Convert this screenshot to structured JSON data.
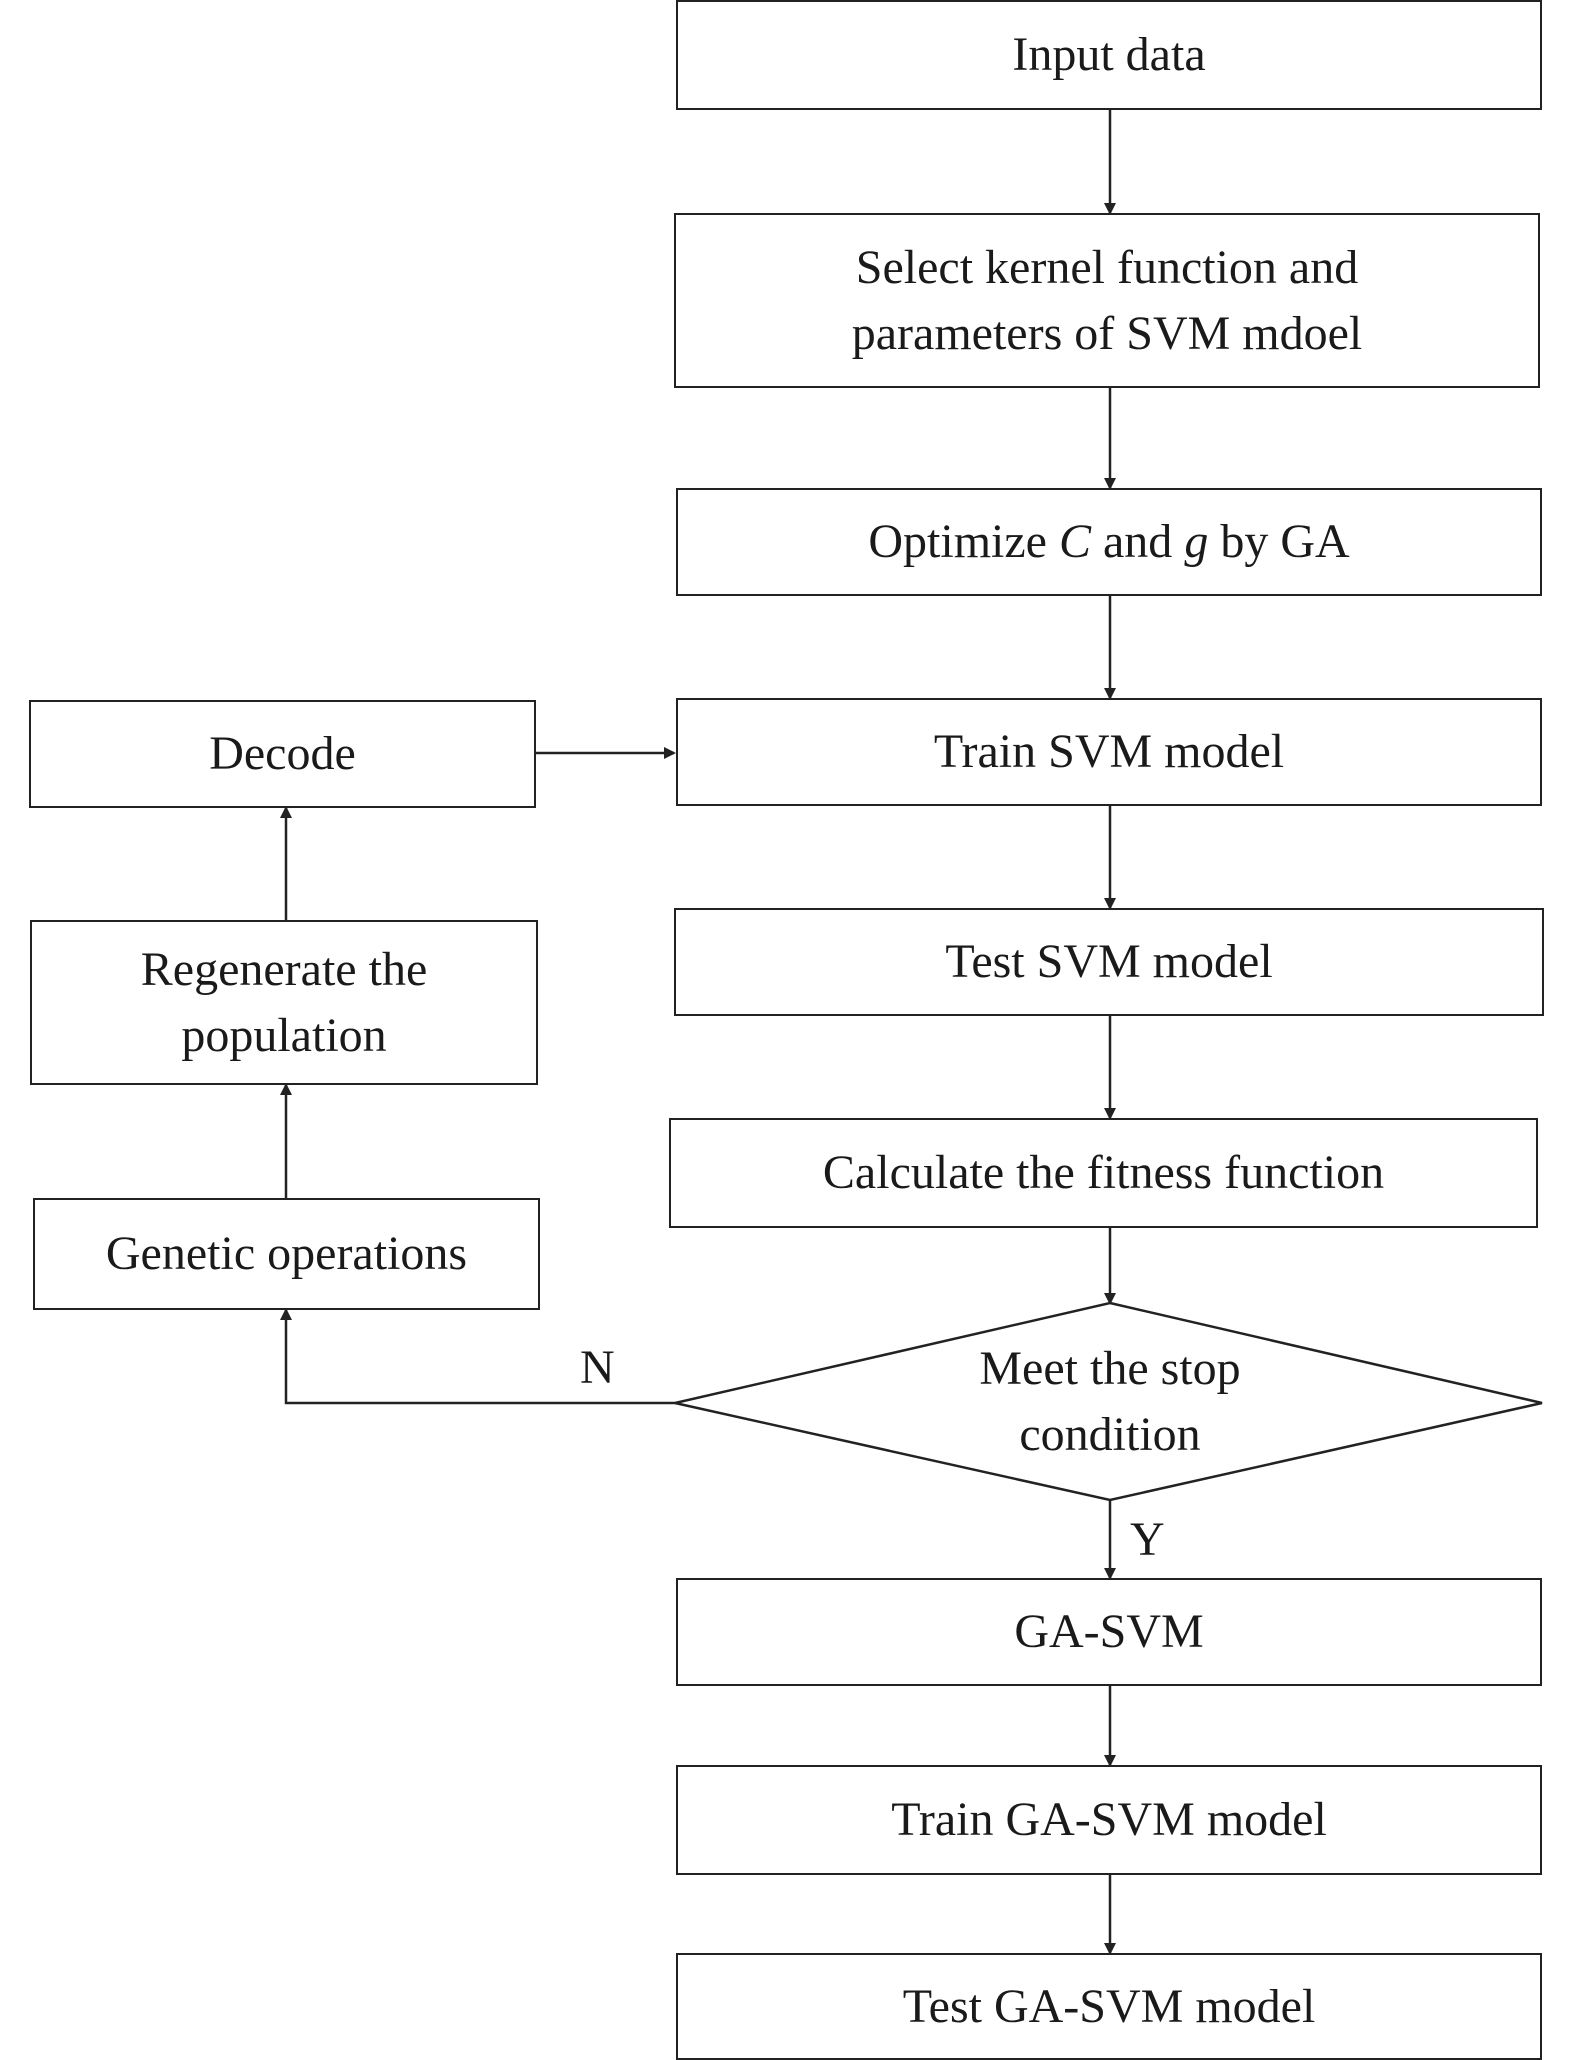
{
  "nodes": {
    "input_data": "Input data",
    "select_kernel_line1": "Select kernel function and",
    "select_kernel_line2": "parameters of SVM mdoel",
    "optimize": {
      "prefix": "Optimize ",
      "c": "C",
      "middle": " and ",
      "g": "g",
      "suffix": " by GA"
    },
    "train_svm": "Train SVM model",
    "test_svm": "Test SVM model",
    "fitness": "Calculate the fitness function",
    "stop_line1": "Meet the stop",
    "stop_line2": "condition",
    "ga_svm": "GA-SVM",
    "train_ga_svm": "Train GA-SVM model",
    "test_ga_svm": "Test GA-SVM model",
    "decode": "Decode",
    "regenerate_line1": "Regenerate the",
    "regenerate_line2": "population",
    "genetic_ops": "Genetic operations"
  },
  "edges": {
    "no_label": "N",
    "yes_label": "Y"
  }
}
